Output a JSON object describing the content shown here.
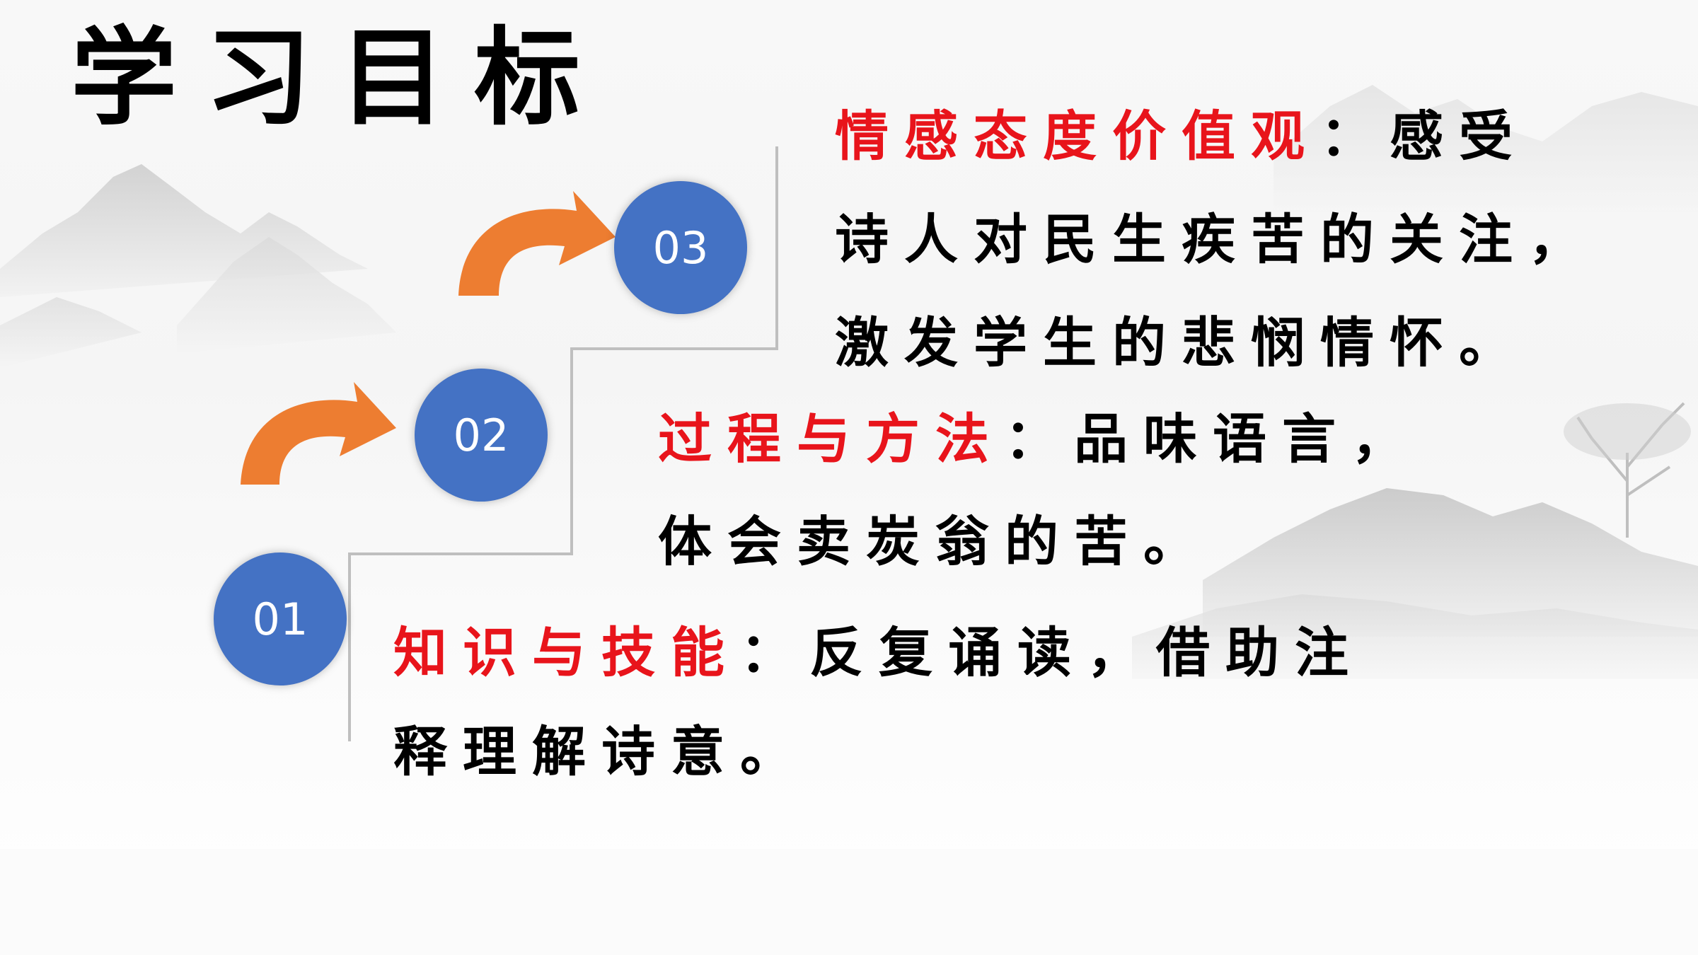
{
  "title": "学习目标",
  "steps": [
    {
      "number": "01"
    },
    {
      "number": "02"
    },
    {
      "number": "03"
    }
  ],
  "objectives": {
    "knowledge": {
      "label": "知识与技能",
      "colon": "：",
      "line1": "反复诵读，借助注",
      "line2": "释理解诗意。"
    },
    "process": {
      "label": "过程与方法",
      "colon": "：",
      "line1": "品味语言，",
      "line2": "体会卖炭翁的苦。"
    },
    "emotion": {
      "label": "情感态度价值观",
      "colon": "：",
      "line1": "感受",
      "line2": "诗人对民生疾苦的关注，",
      "line3": "激发学生的悲悯情怀。"
    }
  },
  "colors": {
    "circle": "#4472c4",
    "arrow": "#ed7d31",
    "label_red": "#e8141b",
    "stair_line": "#bfbfbf"
  }
}
